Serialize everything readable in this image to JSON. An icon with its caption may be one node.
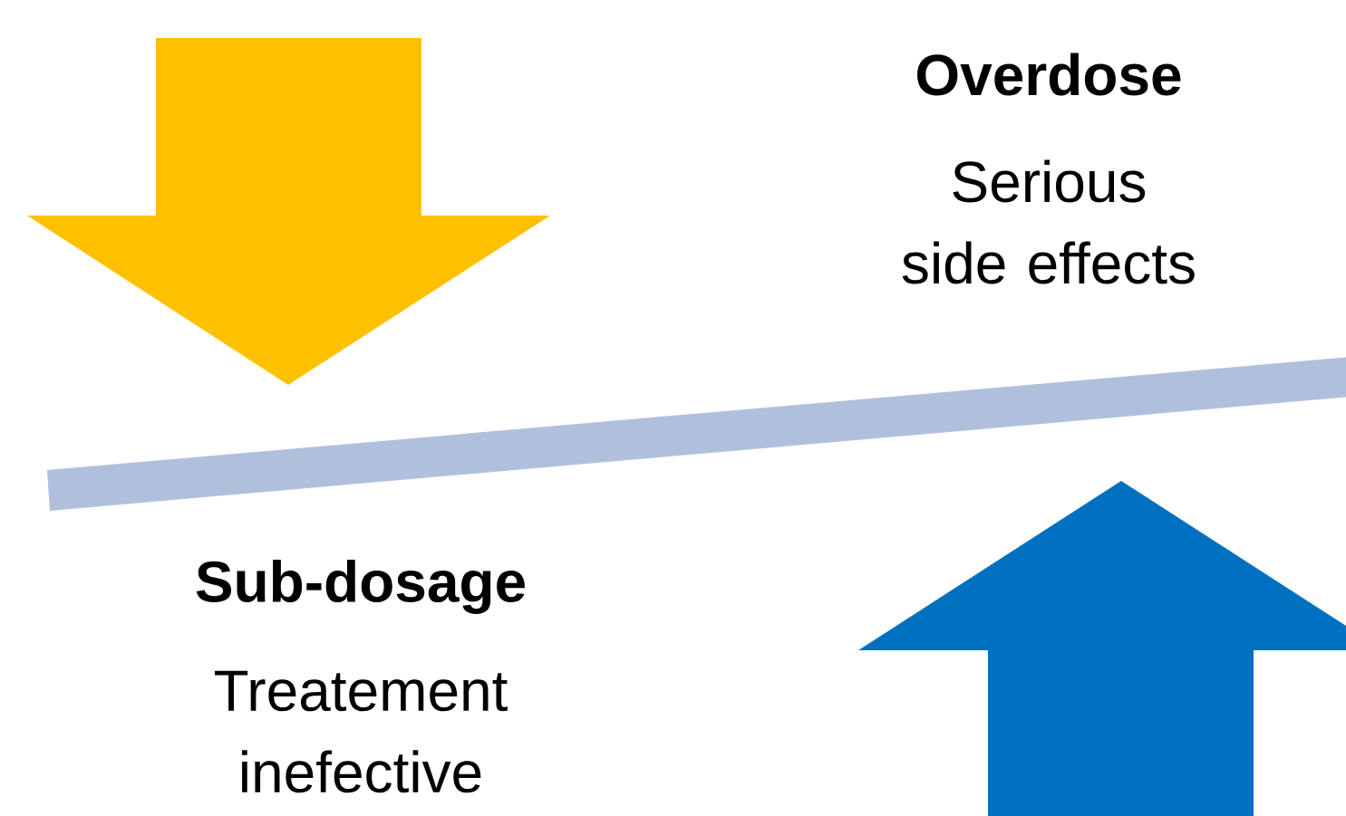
{
  "diagram": {
    "labels": [
      "Overdose",
      "Serious side effects",
      "Sub-dosage",
      "Treatement inefective"
    ]
  }
}
